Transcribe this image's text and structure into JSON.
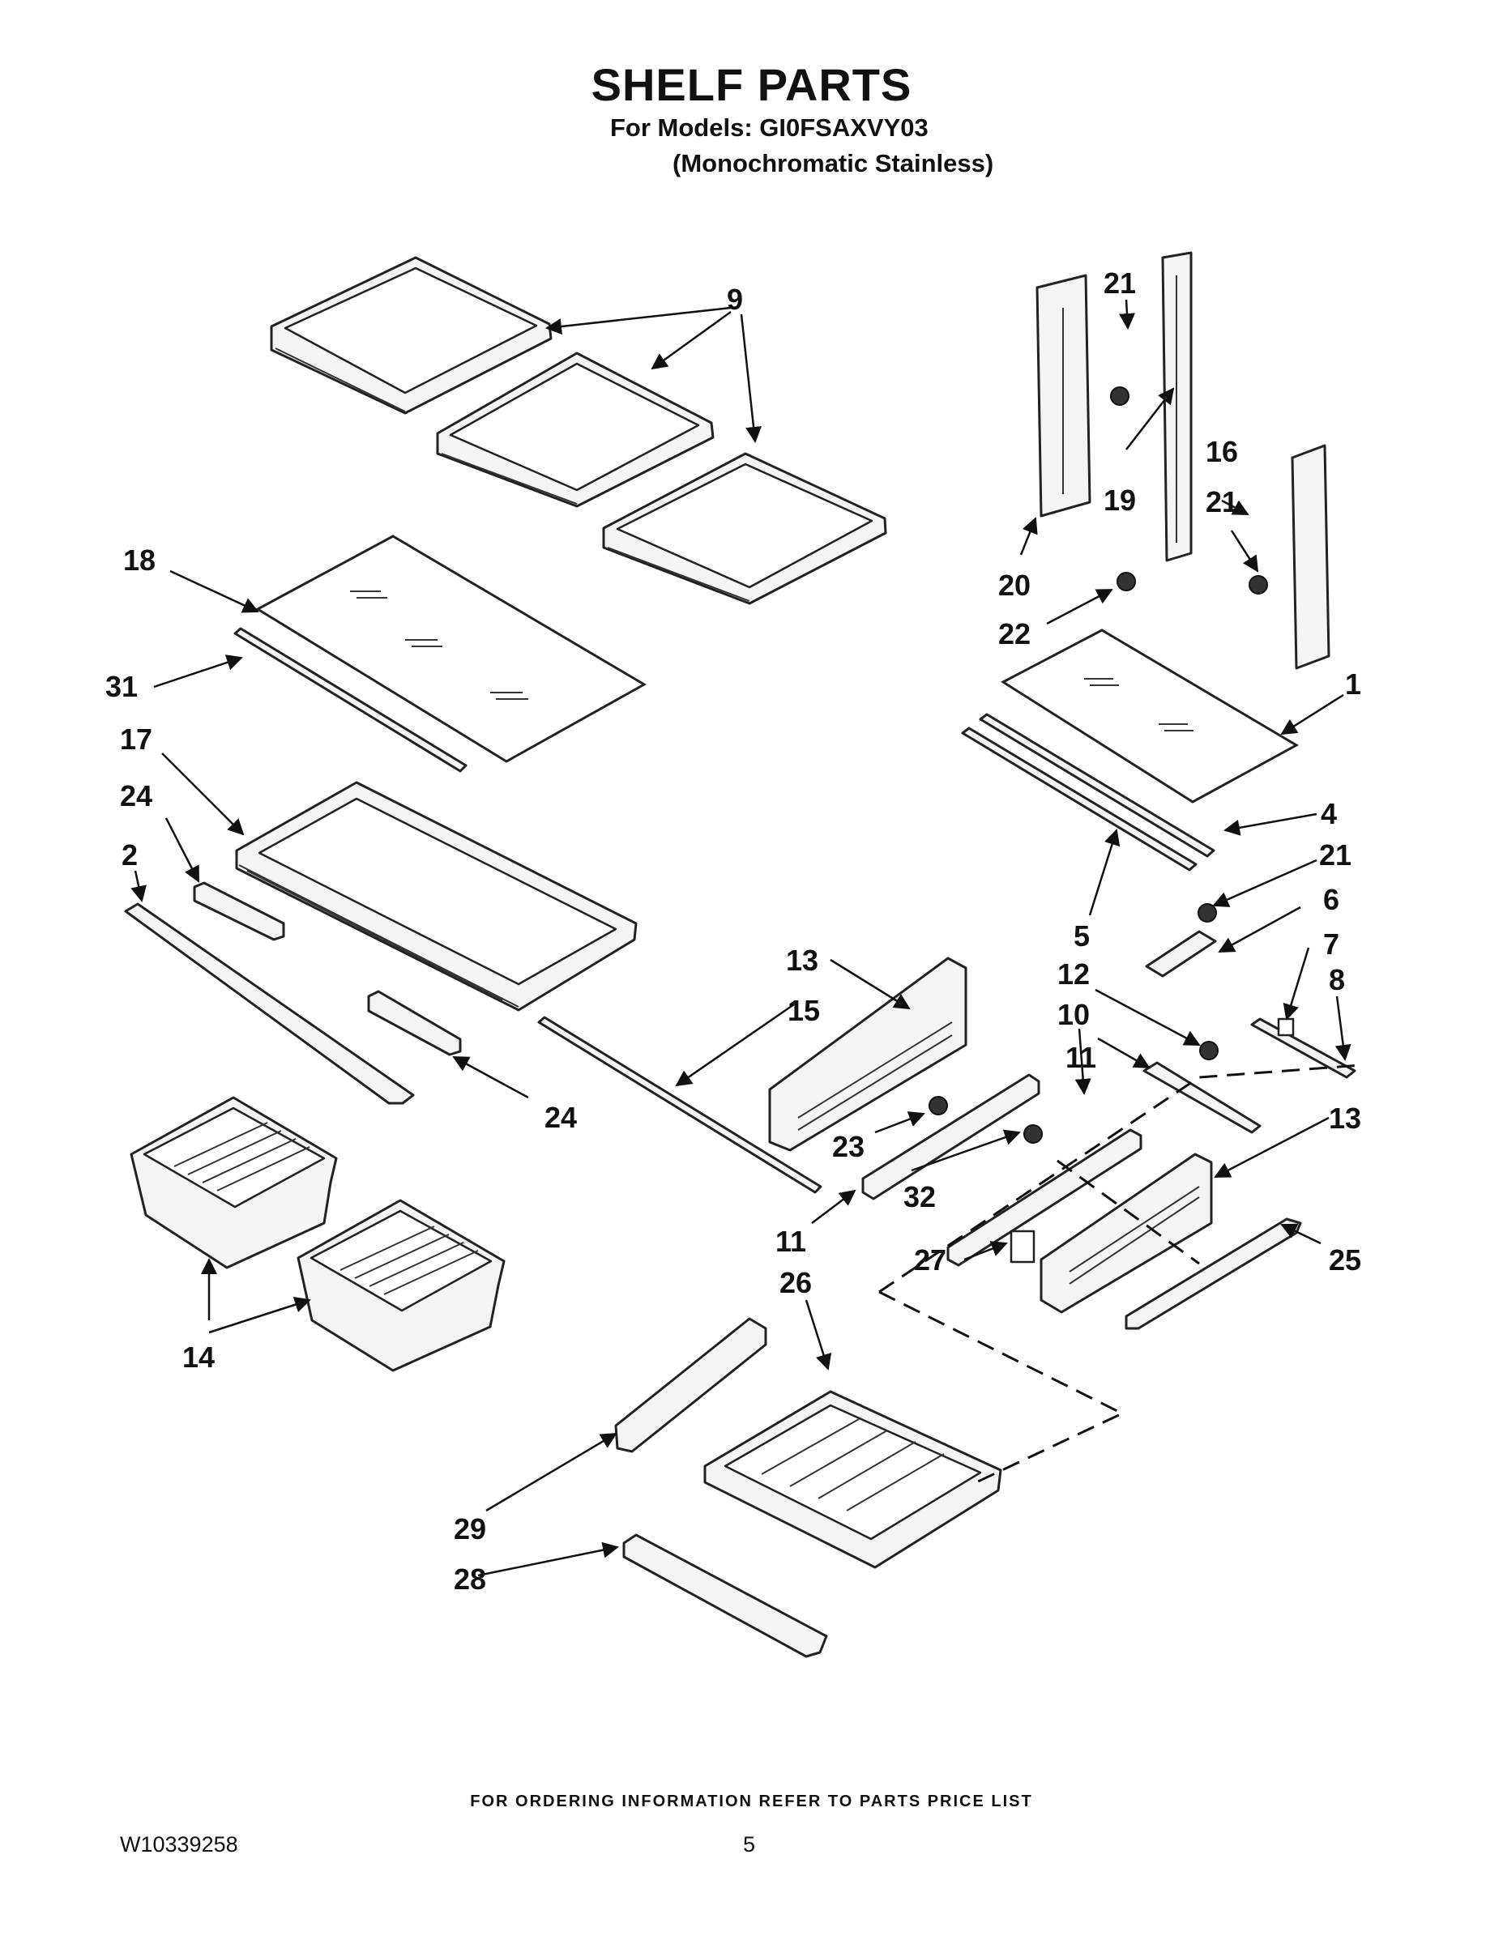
{
  "header": {
    "title": "SHELF PARTS",
    "models_line": "For Models: GI0FSAXVY03",
    "finish_line": "(Monochromatic Stainless)"
  },
  "callouts": {
    "c1": "1",
    "c2": "2",
    "c4": "4",
    "c5": "5",
    "c6": "6",
    "c7": "7",
    "c8": "8",
    "c9": "9",
    "c10": "10",
    "c11": "11",
    "c12": "12",
    "c13": "13",
    "c14": "14",
    "c15": "15",
    "c16": "16",
    "c17": "17",
    "c18": "18",
    "c19": "19",
    "c20": "20",
    "c21": "21",
    "c22": "22",
    "c23": "23",
    "c24": "24",
    "c25": "25",
    "c26": "26",
    "c27": "27",
    "c28": "28",
    "c29": "29",
    "c31": "31",
    "c32": "32"
  },
  "footer": {
    "ordering_note": "FOR ORDERING INFORMATION REFER TO PARTS PRICE LIST",
    "document_number": "W10339258",
    "page_number": "5"
  }
}
